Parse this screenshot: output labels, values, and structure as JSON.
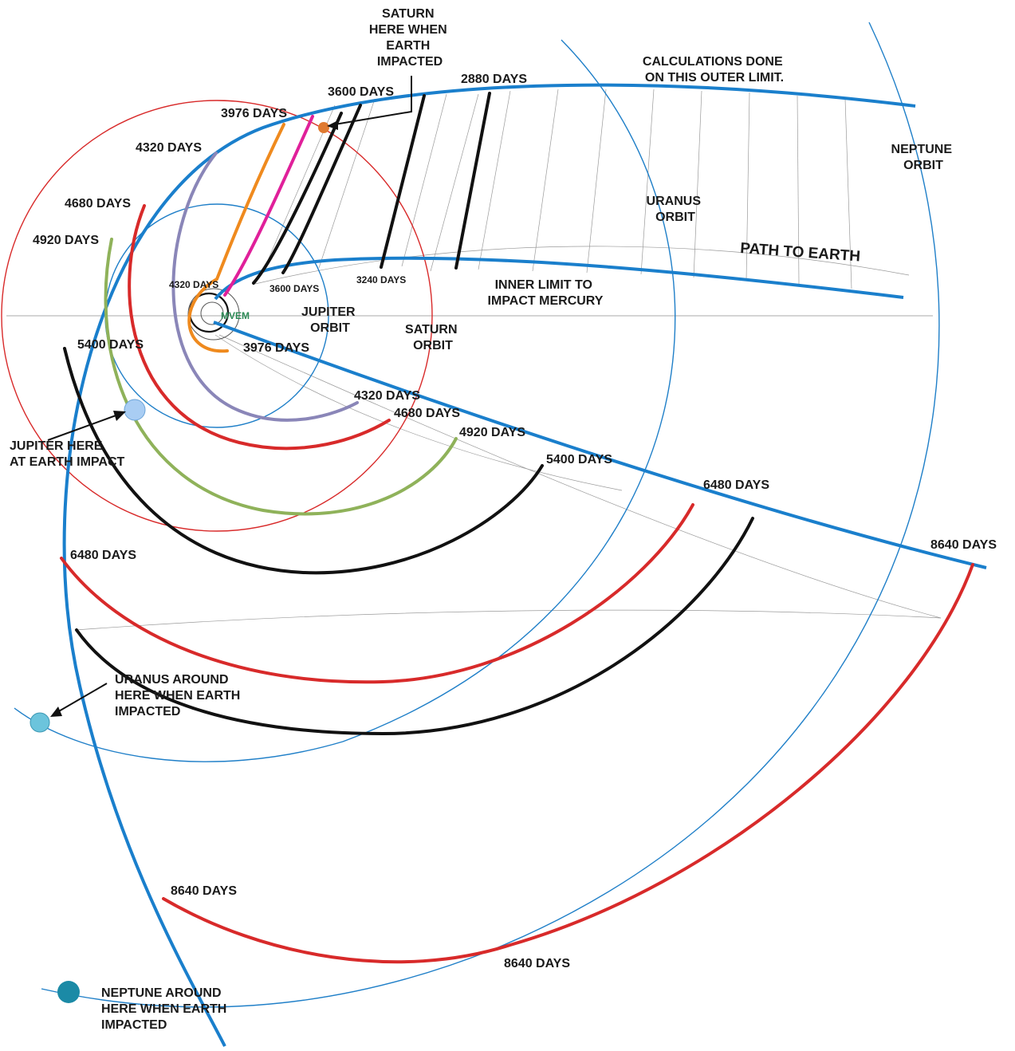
{
  "colors": {
    "orbit_blue": "#1f7fc8",
    "limit_blue": "#1a7fcc",
    "red": "#d82a2a",
    "black": "#111111",
    "green": "#8fb25a",
    "purple": "#8a86b8",
    "orange": "#ef8a1e",
    "magenta": "#e0209a",
    "saturn_dot": "#e07a30",
    "jupiter_ball": "#a9cdf3",
    "uranus_ball": "#6cc4dc",
    "neptune_ball": "#1b8aa6"
  },
  "labels": {
    "saturn_note": [
      "SATURN",
      "HERE WHEN",
      "EARTH",
      "IMPACTED"
    ],
    "calc_note": [
      "CALCULATIONS DONE",
      "ON THIS OUTER LIMIT."
    ],
    "neptune_orbit": [
      "NEPTUNE",
      "ORBIT"
    ],
    "uranus_orbit": [
      "URANUS",
      "ORBIT"
    ],
    "path_to_earth": "PATH TO EARTH",
    "inner_limit": [
      "INNER LIMIT TO",
      "IMPACT MERCURY"
    ],
    "jupiter_orbit": [
      "JUPITER",
      "ORBIT"
    ],
    "saturn_orbit": [
      "SATURN",
      "ORBIT"
    ],
    "jupiter_note": [
      "JUPITER HERE",
      "AT EARTH IMPACT"
    ],
    "uranus_note": [
      "URANUS AROUND",
      "HERE WHEN EARTH",
      "IMPACTED"
    ],
    "neptune_note": [
      "NEPTUNE AROUND",
      "HERE WHEN EARTH",
      "IMPACTED"
    ],
    "planets_center": "MVEM"
  },
  "days": {
    "top_2880": "2880 DAYS",
    "top_3600": "3600 DAYS",
    "top_3976": "3976 DAYS",
    "top_4320": "4320 DAYS",
    "top_4680": "4680 DAYS",
    "top_4920": "4920 DAYS",
    "left_5400": "5400 DAYS",
    "left_6480": "6480 DAYS",
    "bottom_8640": "8640 DAYS",
    "inner_4320": "4320 DAYS",
    "inner_3600": "3600 DAYS",
    "inner_3240": "3240 DAYS",
    "inner_3976": "3976 DAYS",
    "right_4320": "4320 DAYS",
    "right_4680": "4680 DAYS",
    "right_4920": "4920 DAYS",
    "right_5400": "5400 DAYS",
    "right_6480": "6480 DAYS",
    "right_8640": "8640 DAYS",
    "arc_8640": "8640 DAYS"
  }
}
